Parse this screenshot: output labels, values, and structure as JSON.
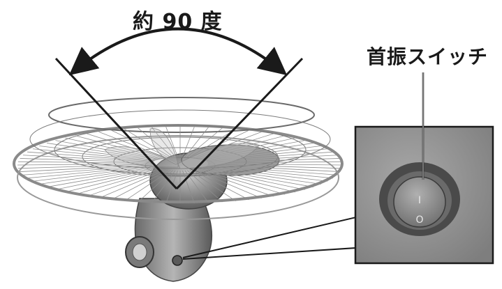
{
  "annotations": {
    "swing_angle": "約 90 度",
    "switch_title": "首振スイッチ"
  },
  "switch": {
    "on_symbol": "I",
    "off_symbol": "O"
  },
  "colors": {
    "metal": "#8a8a8a",
    "dark": "#1a1a1a",
    "inset_bg": "#9a9a9a"
  }
}
